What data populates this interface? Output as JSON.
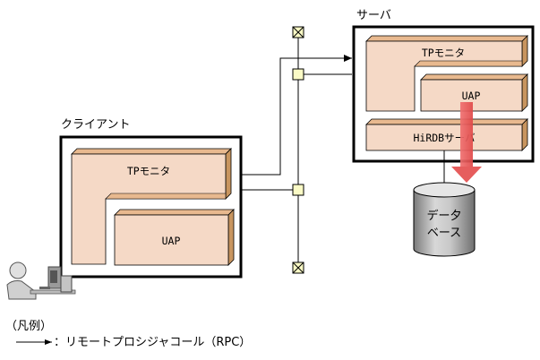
{
  "client": {
    "title": "クライアント",
    "tp_monitor": "TPモニタ",
    "uap": "UAP"
  },
  "server": {
    "title": "サーバ",
    "tp_monitor": "TPモニタ",
    "uap": "UAP",
    "hirdb_server": "HiRDBサーバ"
  },
  "database": {
    "line1": "デー夕",
    "line2": "ベース"
  },
  "legend": {
    "title": "（凡例）",
    "rpc": "：リモートプロシジャコール（RPC）"
  },
  "colors": {
    "block_face": "#f5d9c6",
    "block_side": "#c8955f",
    "connector": "#fbfbc6",
    "arrow": "#f06060"
  }
}
